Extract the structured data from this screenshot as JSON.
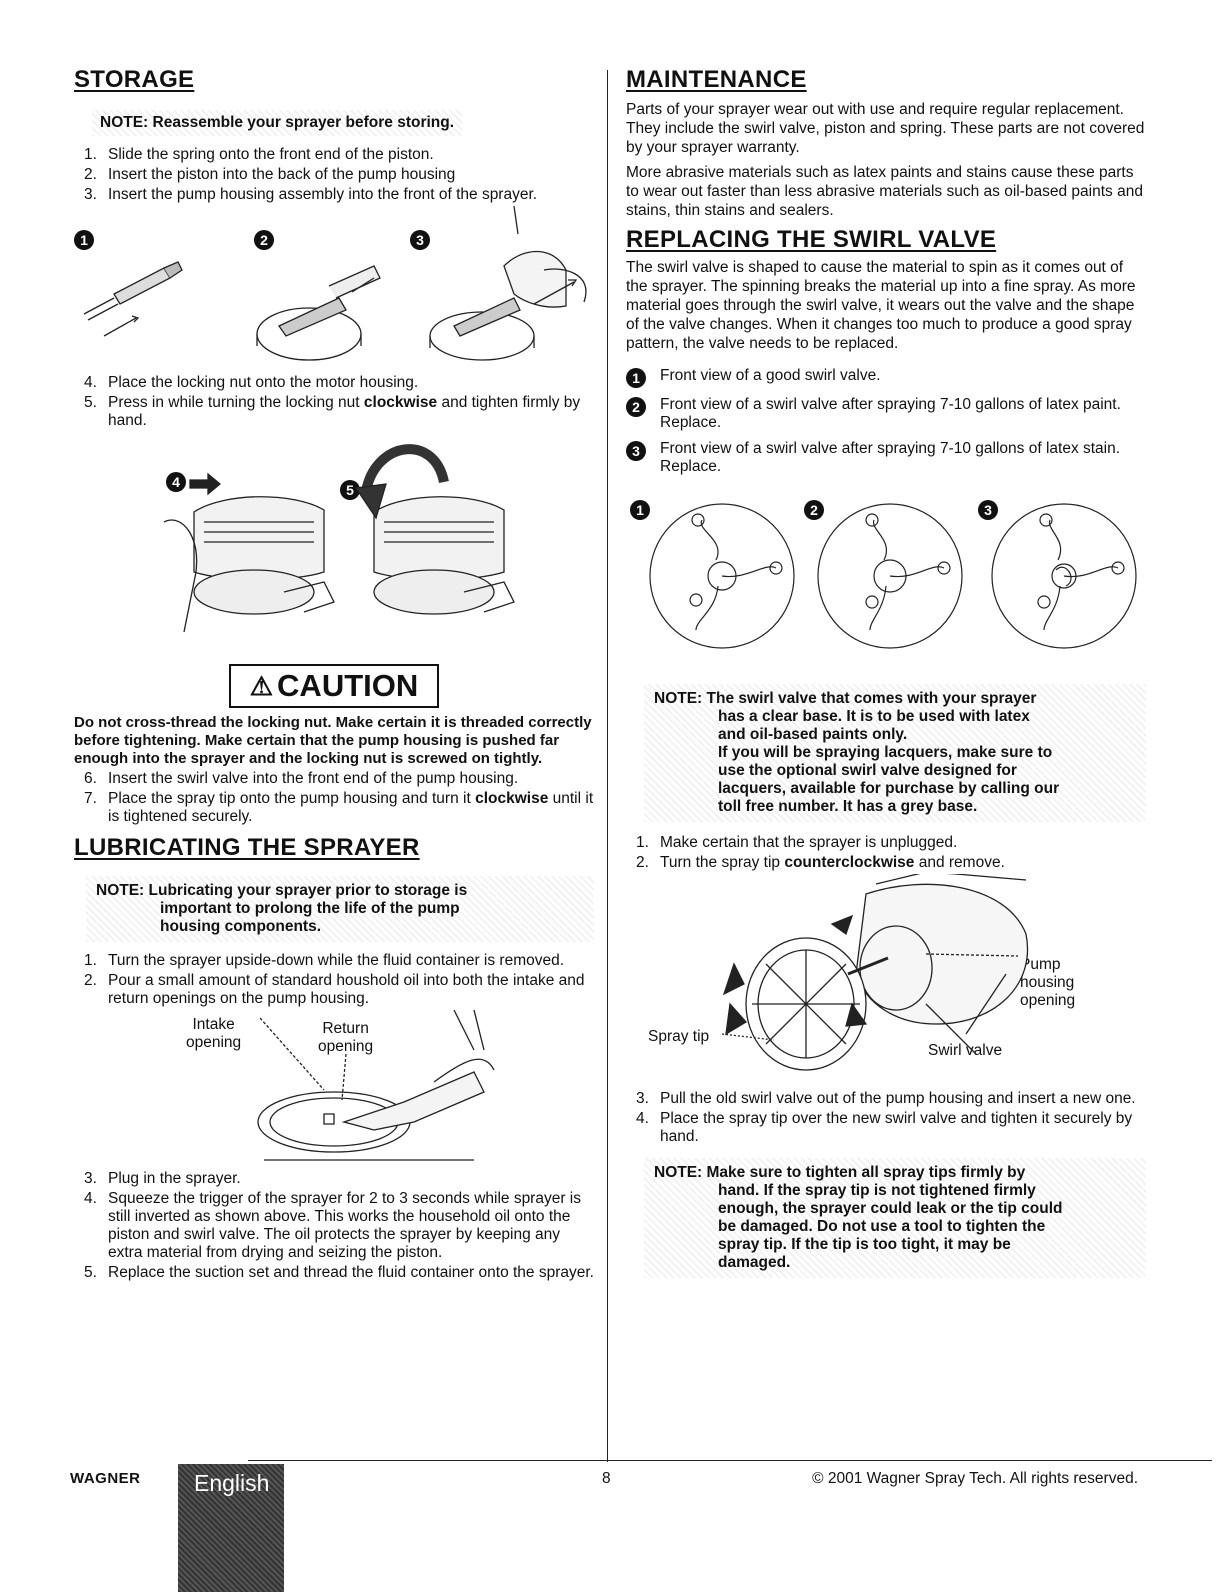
{
  "storage": {
    "title": "STORAGE",
    "note": "NOTE: Reassemble your sprayer before storing.",
    "steps_a": [
      {
        "n": "1.",
        "t": "Slide the spring onto the front end of the piston."
      },
      {
        "n": "2.",
        "t": "Insert the piston into the back of the pump housing"
      },
      {
        "n": "3.",
        "t": "Insert the pump housing assembly into the front of the sprayer."
      }
    ],
    "badges": [
      "1",
      "2",
      "3"
    ],
    "step4": {
      "n": "4.",
      "t": "Place the locking nut onto the motor housing."
    },
    "step5": {
      "n": "5.",
      "t1": "Press in while turning the locking nut ",
      "b": "clockwise",
      "t2": " and tighten firmly by hand."
    },
    "rotation_badges": [
      "4",
      "5"
    ]
  },
  "caution": {
    "label": "CAUTION",
    "text": "Do not cross-thread the locking nut. Make certain it is threaded correctly before tightening. Make certain that the pump housing is pushed far enough into the sprayer and the locking nut is screwed on tightly.",
    "step6": {
      "n": "6.",
      "t": "Insert the swirl valve into the front end of the pump housing."
    },
    "step7": {
      "n": "7.",
      "t1": "Place the spray tip onto the pump housing and turn it ",
      "b": "clockwise",
      "t2": " until it is tightened securely."
    }
  },
  "lubricating": {
    "title": "LUBRICATING THE SPRAYER",
    "note_line1": "NOTE: Lubricating your sprayer prior to storage is",
    "note_line2": "important to prolong the life of the pump",
    "note_line3": "housing components.",
    "steps_a": [
      {
        "n": "1.",
        "t": "Turn the sprayer upside-down while the fluid container is removed."
      },
      {
        "n": "2.",
        "t": "Pour a small amount of standard houshold oil into both the intake and return openings on the pump housing."
      }
    ],
    "intake_label": "Intake\nopening",
    "return_label": "Return\nopening",
    "steps_b": [
      {
        "n": "3.",
        "t": "Plug in the sprayer."
      },
      {
        "n": "4.",
        "t": "Squeeze the trigger of the sprayer for 2 to 3 seconds while sprayer is still inverted as shown above. This works the household oil onto the piston and swirl valve. The oil protects the sprayer by keeping any extra material from drying and seizing the piston."
      },
      {
        "n": "5.",
        "t": "Replace the suction set and thread the fluid container onto the sprayer."
      }
    ]
  },
  "maintenance": {
    "title": "MAINTENANCE",
    "p1": "Parts of your sprayer wear out with use and require regular replacement. They include the swirl valve, piston and spring. These parts are not covered by your sprayer warranty.",
    "p2": "More abrasive materials such as latex paints and stains cause these parts to wear out faster than less abrasive materials such as oil-based paints and stains, thin stains and sealers."
  },
  "swirl": {
    "title": "REPLACING THE SWIRL VALVE",
    "p1": "The swirl valve is shaped to cause the material to spin as it comes out of the sprayer. The spinning breaks the material up into a fine spray. As more material goes through the swirl valve, it wears out the valve and the shape of the valve changes. When it changes too much to produce a good spray pattern, the valve needs to be replaced.",
    "items": [
      {
        "badge": "1",
        "t": "Front view of a good swirl valve."
      },
      {
        "badge": "2",
        "t": "Front view of a swirl valve after spraying 7-10 gallons of latex paint. Replace."
      },
      {
        "badge": "3",
        "t": "Front view of a swirl valve after spraying 7-10 gallons of latex stain. Replace."
      }
    ],
    "note_line1": "NOTE: The swirl valve that comes with your sprayer",
    "note_line2": "has a clear base. It is to be used with latex",
    "note_line3": "and oil-based paints only.",
    "note_line4": "If you will be spraying lacquers, make sure to",
    "note_line5": "use the optional swirl valve designed for",
    "note_line6": "lacquers, available for purchase by calling our",
    "note_line7": "toll free number. It has a grey base.",
    "steps_a": [
      {
        "n": "1.",
        "t1": "Make certain that the sprayer is unplugged.",
        "b": "",
        "t2": ""
      },
      {
        "n": "2.",
        "t1": "Turn the spray tip ",
        "b": "counterclockwise",
        "t2": " and remove."
      }
    ],
    "pump_label": "Pump\nhousing\nopening",
    "spray_tip_label": "Spray tip",
    "swirl_valve_label": "Swirl valve",
    "steps_b": [
      {
        "n": "3.",
        "t": "Pull the old swirl valve out of the pump housing and insert a new one."
      },
      {
        "n": "4.",
        "t": "Place the spray tip over the new swirl valve and tighten it securely by hand."
      }
    ],
    "note2_line1": "NOTE: Make sure to tighten all spray tips firmly by",
    "note2_line2": "hand. If the spray tip is not tightened firmly",
    "note2_line3": "enough, the sprayer could leak or the tip could",
    "note2_line4": "be damaged. Do not use a tool to tighten the",
    "note2_line5": "spray tip. If the tip is too tight, it may be",
    "note2_line6": "damaged."
  },
  "footer": {
    "logo": "WAGNER",
    "language": "English",
    "page": "8",
    "copyright": "© 2001 Wagner Spray Tech. All rights reserved."
  }
}
